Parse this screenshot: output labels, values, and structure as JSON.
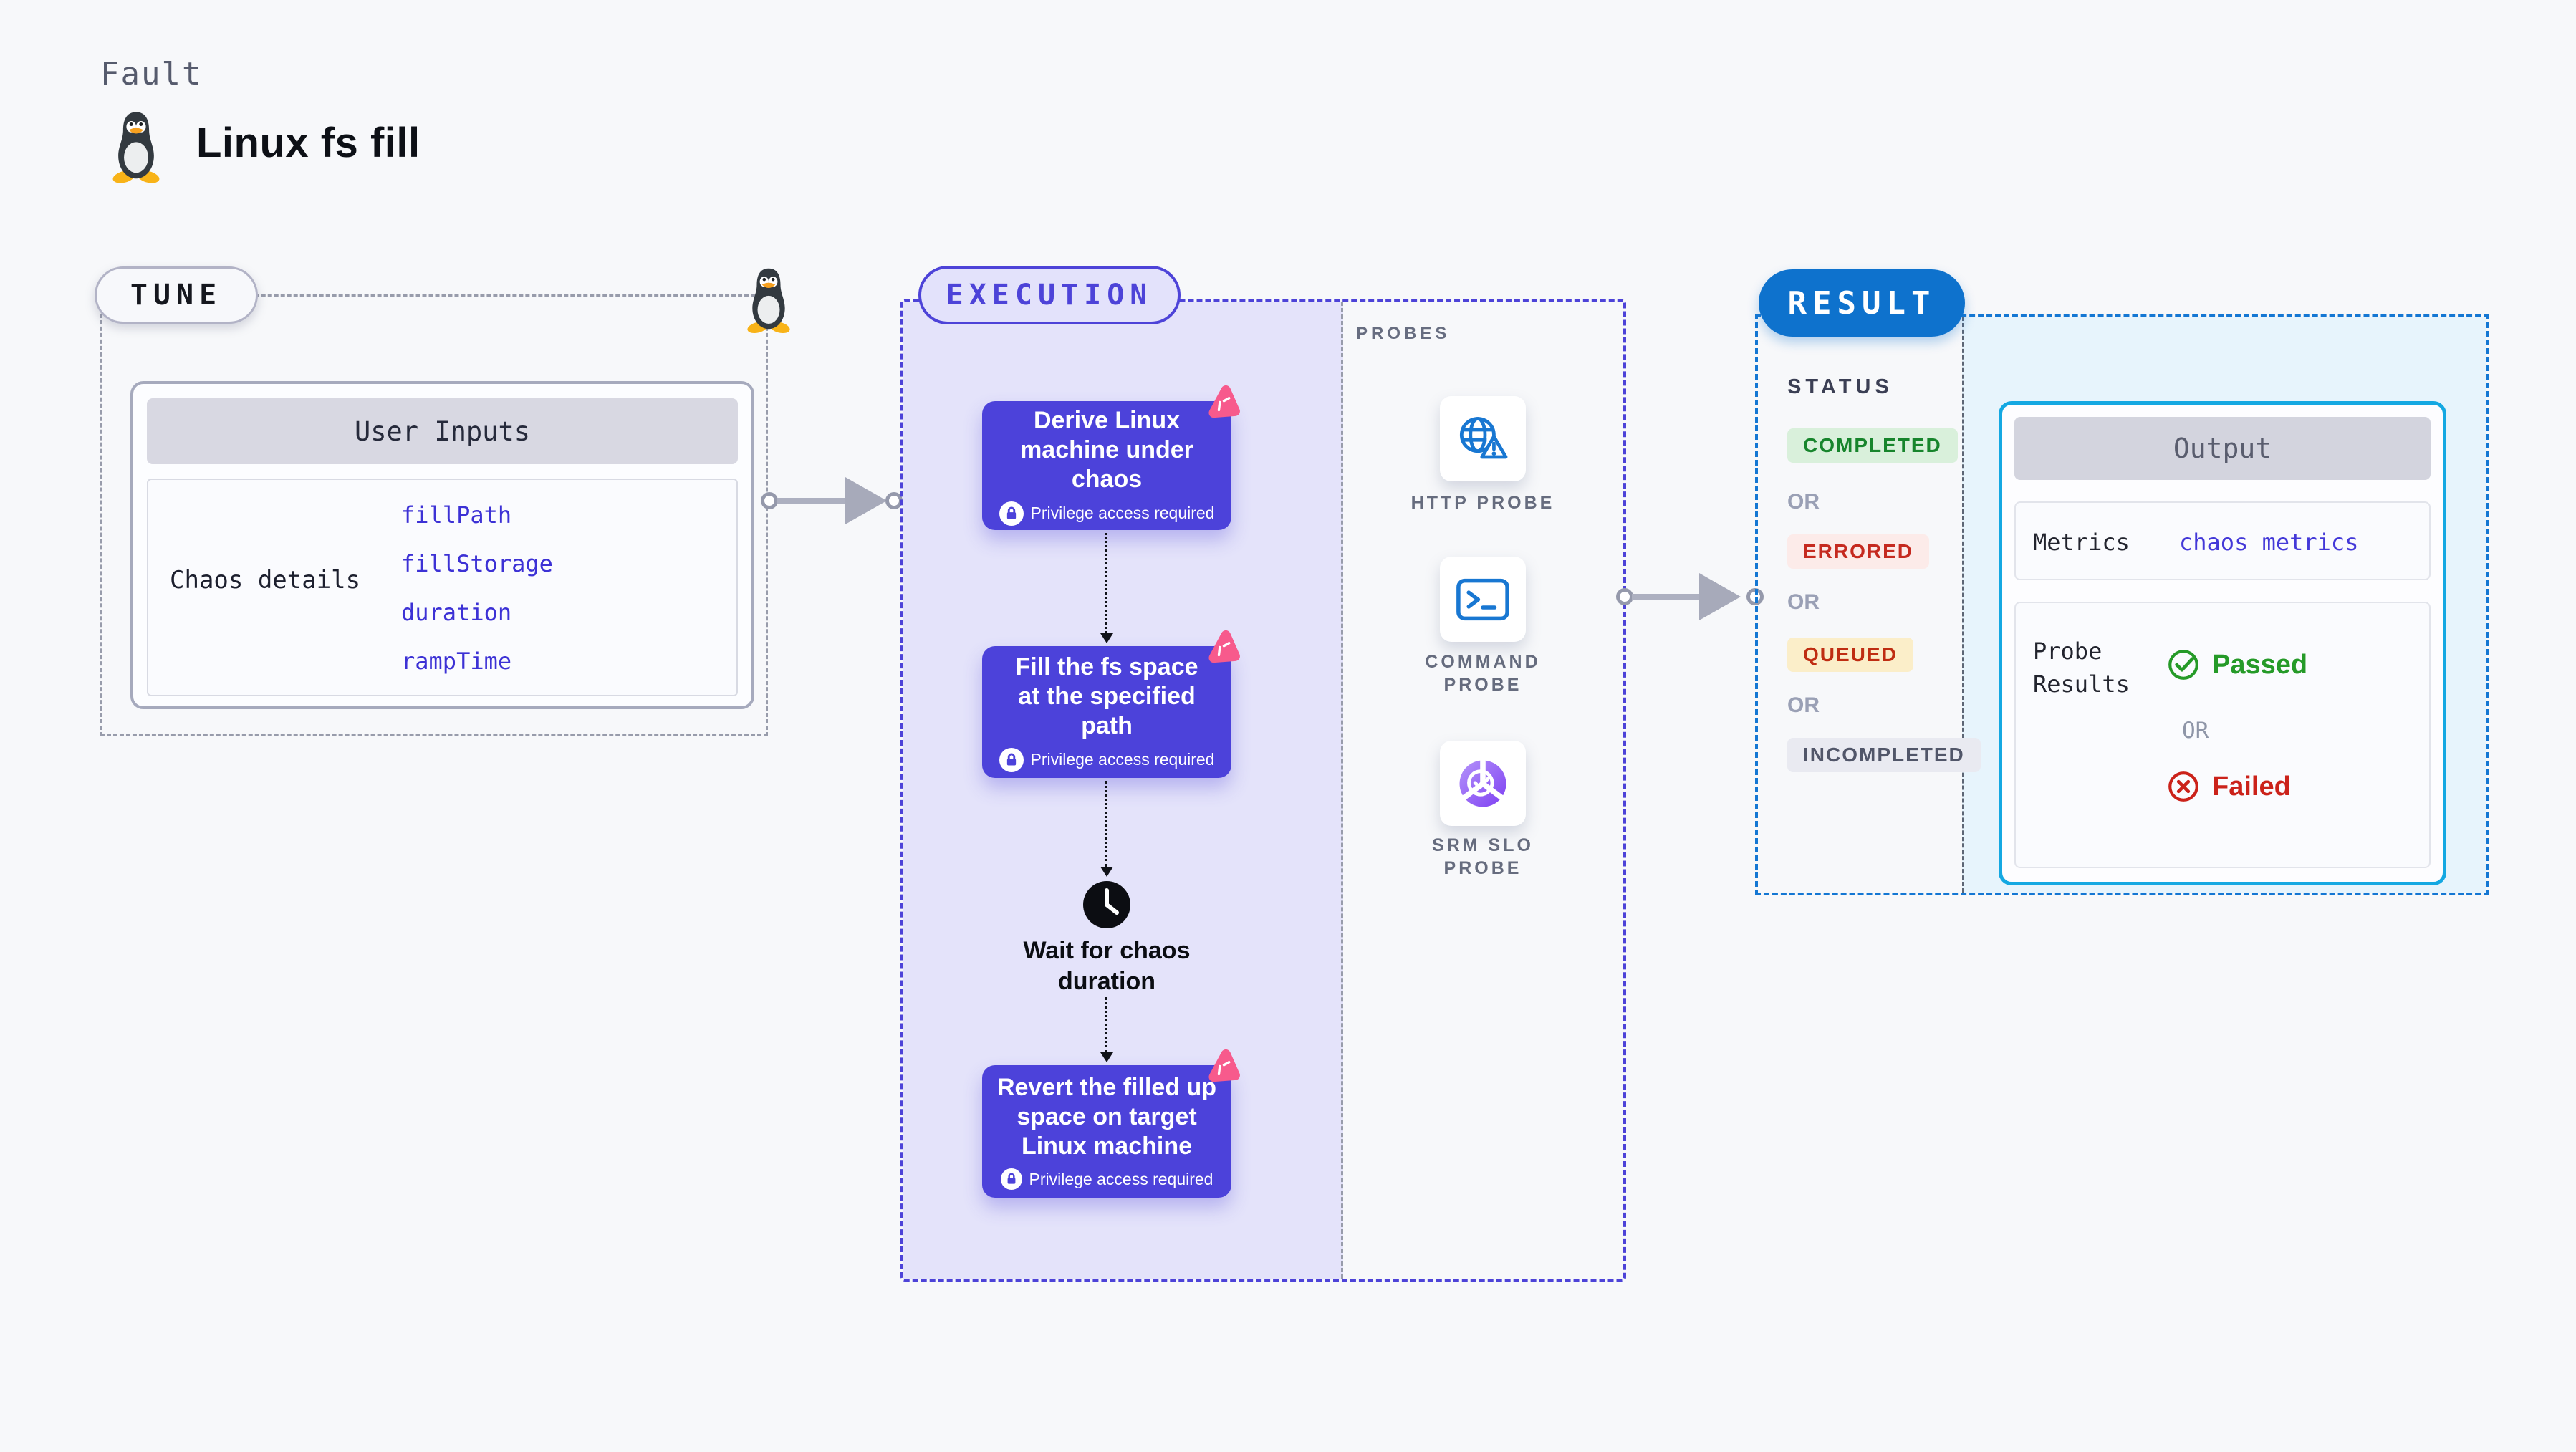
{
  "header": {
    "kicker": "Fault",
    "title": "Linux fs fill"
  },
  "tune": {
    "badge": "TUNE",
    "card_title": "User Inputs",
    "row_label": "Chaos details",
    "params": [
      "fillPath",
      "fillStorage",
      "duration",
      "rampTime"
    ]
  },
  "execution": {
    "badge": "EXECUTION",
    "steps": [
      {
        "text": "Derive Linux\nmachine under\nchaos",
        "note": "Privilege access required"
      },
      {
        "text": "Fill the fs space\nat the specified\npath",
        "note": "Privilege access required"
      },
      {
        "text": "Revert the filled up\nspace on target\nLinux machine",
        "note": "Privilege access required"
      }
    ],
    "wait_text": "Wait for chaos\nduration"
  },
  "probes": {
    "title": "PROBES",
    "items": [
      {
        "name": "HTTP PROBE",
        "icon": "globe-warning-icon"
      },
      {
        "name": "COMMAND\nPROBE",
        "icon": "terminal-icon"
      },
      {
        "name": "SRM SLO\nPROBE",
        "icon": "slo-donut-icon"
      }
    ]
  },
  "result": {
    "badge": "RESULT",
    "status_title": "STATUS",
    "or": "OR",
    "statuses": [
      {
        "label": "COMPLETED",
        "fg": "#17852c",
        "bg": "#d9f0db"
      },
      {
        "label": "ERRORED",
        "fg": "#c52a20",
        "bg": "#fcebe9"
      },
      {
        "label": "QUEUED",
        "fg": "#bf2d12",
        "bg": "#fbeec9"
      },
      {
        "label": "INCOMPLETED",
        "fg": "#515669",
        "bg": "#e9eaf1"
      }
    ],
    "output": {
      "title": "Output",
      "metrics_label": "Metrics",
      "metrics_value": "chaos metrics",
      "probe_results_label": "Probe\nResults",
      "passed": "Passed",
      "or": "OR",
      "failed": "Failed"
    }
  },
  "colors": {
    "page_bg": "#f7f8fa",
    "indigo": "#4d43d8",
    "execution_zone_bg": "#e4e3fa",
    "step_bg": "#4c42da",
    "param_blue": "#3c31d5",
    "metric_blue": "#4338d8",
    "result_blue": "#0e72cd",
    "result_dash_blue": "#1477d3",
    "output_border_cyan": "#14a8e2",
    "output_zone_bg": "#e7f4fc",
    "chaos_pink": "#f75a8c",
    "probe_icon_blue": "#1877d2",
    "passed_green": "#259a28",
    "failed_red": "#cb221a"
  }
}
